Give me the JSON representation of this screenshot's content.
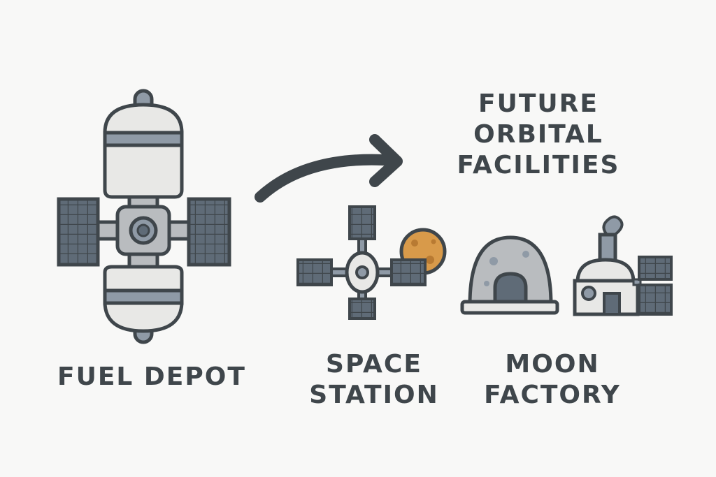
{
  "title": {
    "line1": "FUTURE",
    "line2": "ORBITAL",
    "line3": "FACILITIES"
  },
  "labels": {
    "fuel_depot": "FUEL DEPOT",
    "space_station_line1": "SPACE",
    "space_station_line2": "STATION",
    "moon_factory_line1": "MOON",
    "moon_factory_line2": "FACTORY"
  },
  "icons": {
    "fuel_depot": "fuel-depot-satellite-icon",
    "arrow": "curved-arrow-icon",
    "space_station": "space-station-icon",
    "moon": "moon-icon",
    "moon_dome": "moon-dome-habitat-icon",
    "moon_factory": "moon-factory-icon"
  },
  "colors": {
    "outline": "#3f464b",
    "panel": "#5f6b77",
    "tank": "#e8e8e6",
    "tank_band": "#8f9aa6",
    "dome": "#b9bcbf",
    "moon": "#d89a4a",
    "background": "#f8f8f7"
  }
}
